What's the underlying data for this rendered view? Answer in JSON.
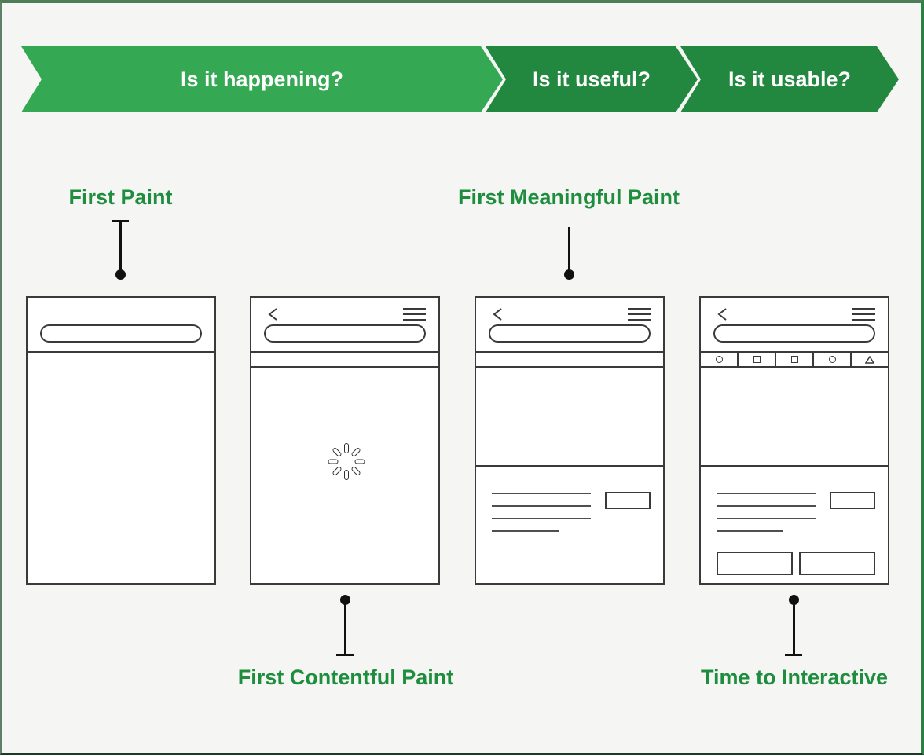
{
  "banner": {
    "steps": [
      {
        "label": "Is it happening?",
        "color": "#35a853"
      },
      {
        "label": "Is it useful?",
        "color": "#23883f"
      },
      {
        "label": "Is it usable?",
        "color": "#23883f"
      }
    ]
  },
  "labels": {
    "first_paint": "First Paint",
    "first_meaningful_paint": "First Meaningful Paint",
    "first_contentful_paint": "First Contentful Paint",
    "time_to_interactive": "Time to Interactive"
  },
  "colors": {
    "label_green": "#1e8e3e",
    "chevron_light_green": "#35a853",
    "chevron_dark_green": "#23883f",
    "background": "#f5f5f3",
    "wireframe_stroke": "#3a3a3a"
  },
  "phones": [
    {
      "name": "first-paint-frame",
      "header": [
        "url-bar"
      ],
      "content": "blank"
    },
    {
      "name": "first-contentful-paint-frame",
      "header": [
        "back-icon",
        "menu-icon",
        "url-bar"
      ],
      "content": "loading-spinner"
    },
    {
      "name": "first-meaningful-paint-frame",
      "header": [
        "back-icon",
        "menu-icon",
        "url-bar"
      ],
      "content": "hero-and-text"
    },
    {
      "name": "time-to-interactive-frame",
      "header": [
        "back-icon",
        "menu-icon",
        "url-bar"
      ],
      "toolbar_icons": [
        "circle",
        "square",
        "square",
        "circle",
        "triangle"
      ],
      "content": "hero-text-and-buttons"
    }
  ]
}
